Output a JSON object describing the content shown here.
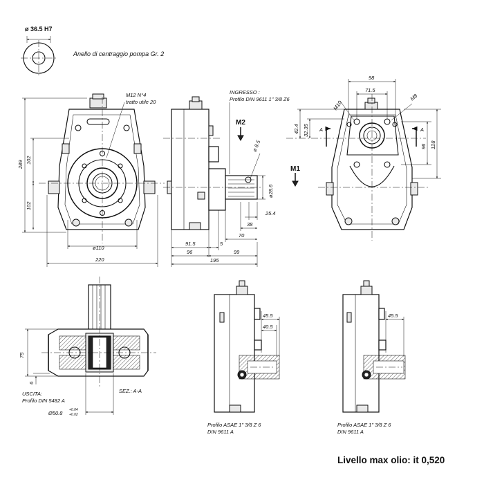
{
  "top_left": {
    "diameter_label": "ø 36.5 H7",
    "ring_caption": "Anello di centraggio pompa Gr. 2"
  },
  "front_view": {
    "bolt_note_1": "M12 N°4",
    "bolt_note_2": "tratto utile 20",
    "dim_height": "289",
    "dim_upper": "102",
    "dim_lower": "102",
    "dim_pitch": "ø110",
    "dim_width": "220"
  },
  "side_view": {
    "input_title": "INGRESSO :",
    "input_profile": "Profilo DIN 9611 1\" 3/8 Z6",
    "marker_m2": "M2",
    "marker_m1": "M1",
    "dim_hole": "ø 8.5",
    "dim_shaft": "ø28.6",
    "dim_25_4": "25.4",
    "dim_38": "38",
    "dim_70": "70",
    "dim_91_5": "91.5",
    "dim_5": "5",
    "dim_96": "96",
    "dim_99": "99",
    "dim_195": "195"
  },
  "rear_view": {
    "dim_98": "98",
    "dim_71_5": "71.5",
    "thread_m10": "M10",
    "thread_m8": "M8",
    "dim_42_4": "42.4",
    "dim_32_35": "32.35",
    "dim_96": "96",
    "dim_128": "128",
    "section_a": "A"
  },
  "section_view": {
    "dim_75": "75",
    "dim_6": "6",
    "output_title": "USCITA:",
    "output_profile": "Profilo DIN 5482 A",
    "section_label": "SEZ.: A-A",
    "bore_dim": "Ø50.8",
    "tol_upper": "+0.04",
    "tol_lower": "+0.02"
  },
  "variant_1": {
    "dim_45_5": "45.5",
    "dim_40_5": "40.5",
    "caption_1": "Profilo ASAE 1\" 3/8 Z 6",
    "caption_2": "DIN 9611 A"
  },
  "variant_2": {
    "dim_45_5": "45.5",
    "caption_1": "Profilo ASAE 1\" 3/8 Z 6",
    "caption_2": "DIN 9611 A"
  },
  "footer": {
    "oil_level": "Livello max olio: it 0,520"
  }
}
